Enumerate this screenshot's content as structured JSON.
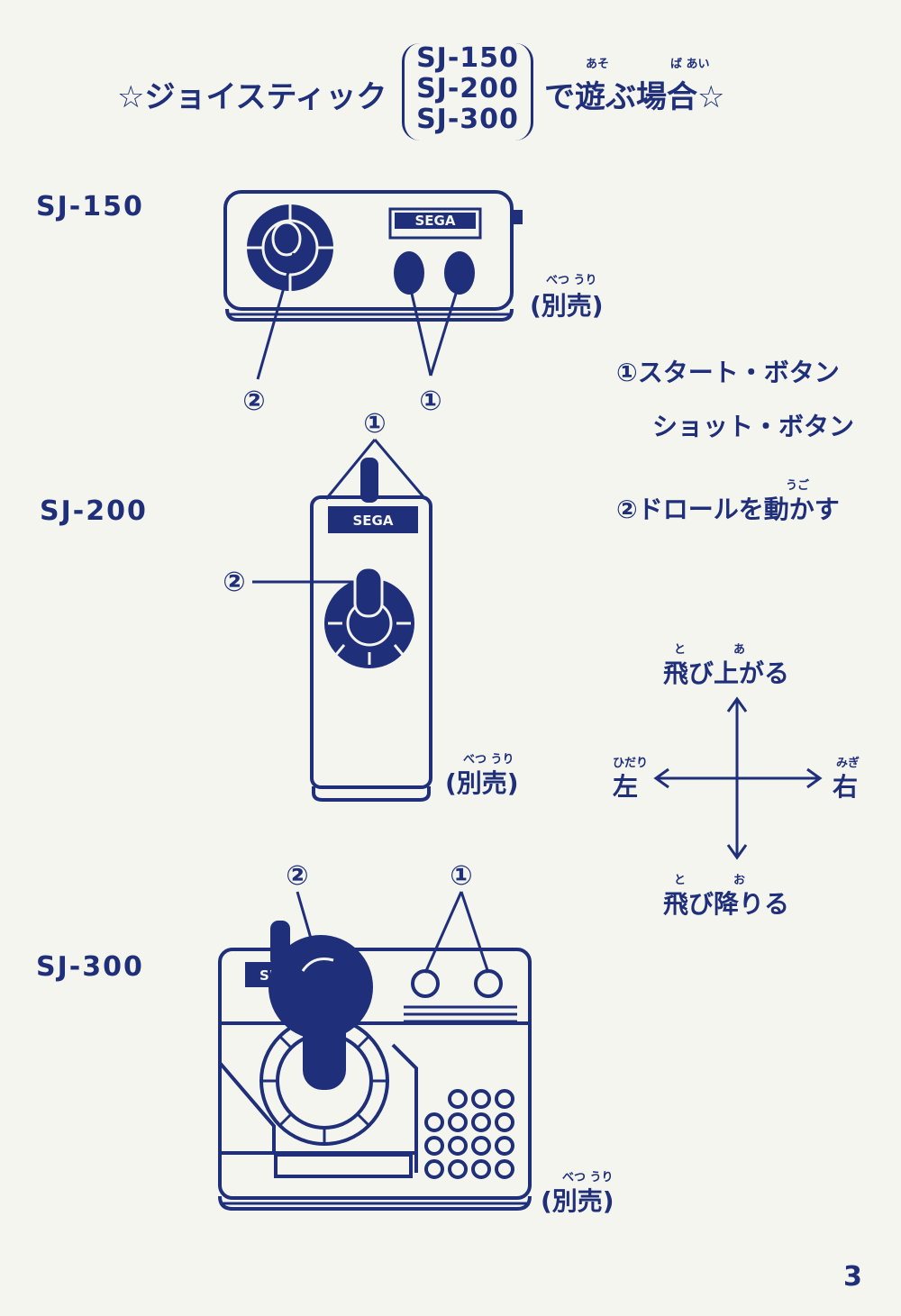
{
  "title": {
    "lead": "☆ジョイスティック",
    "models": [
      "SJ-150",
      "SJ-200",
      "SJ-300"
    ],
    "tail": "で遊ぶ場合☆",
    "ruby_asobu": "あそ",
    "ruby_baai": "ば あい"
  },
  "controllers": {
    "sj150": {
      "label": "SJ-150",
      "logo": "SEGA",
      "sold": "(別売)",
      "sold_ruby": "べつ うり",
      "callout_a": "②",
      "callout_b": "①"
    },
    "sj200": {
      "label": "SJ-200",
      "logo": "SEGA",
      "sold": "(別売)",
      "sold_ruby": "べつ うり",
      "callout_a": "①",
      "callout_b": "②"
    },
    "sj300": {
      "label": "SJ-300",
      "logo": "SE",
      "sold": "(別売)",
      "sold_ruby": "べつ うり",
      "callout_a": "②",
      "callout_b": "①"
    }
  },
  "legend": {
    "item1_line1": "①スタート・ボタン",
    "item1_line2": "ショット・ボタン",
    "item2": "②ドロールを動かす",
    "item2_ruby": "うご"
  },
  "directions": {
    "up": "飛び上がる",
    "up_ruby_to": "と",
    "up_ruby_a": "あ",
    "down": "飛び降りる",
    "down_ruby_to": "と",
    "down_ruby_o": "お",
    "left": "左",
    "left_ruby": "ひだり",
    "right": "右",
    "right_ruby": "みぎ"
  },
  "page_number": "3",
  "colors": {
    "ink": "#1f2f7a",
    "paper": "#f4f5ee"
  }
}
